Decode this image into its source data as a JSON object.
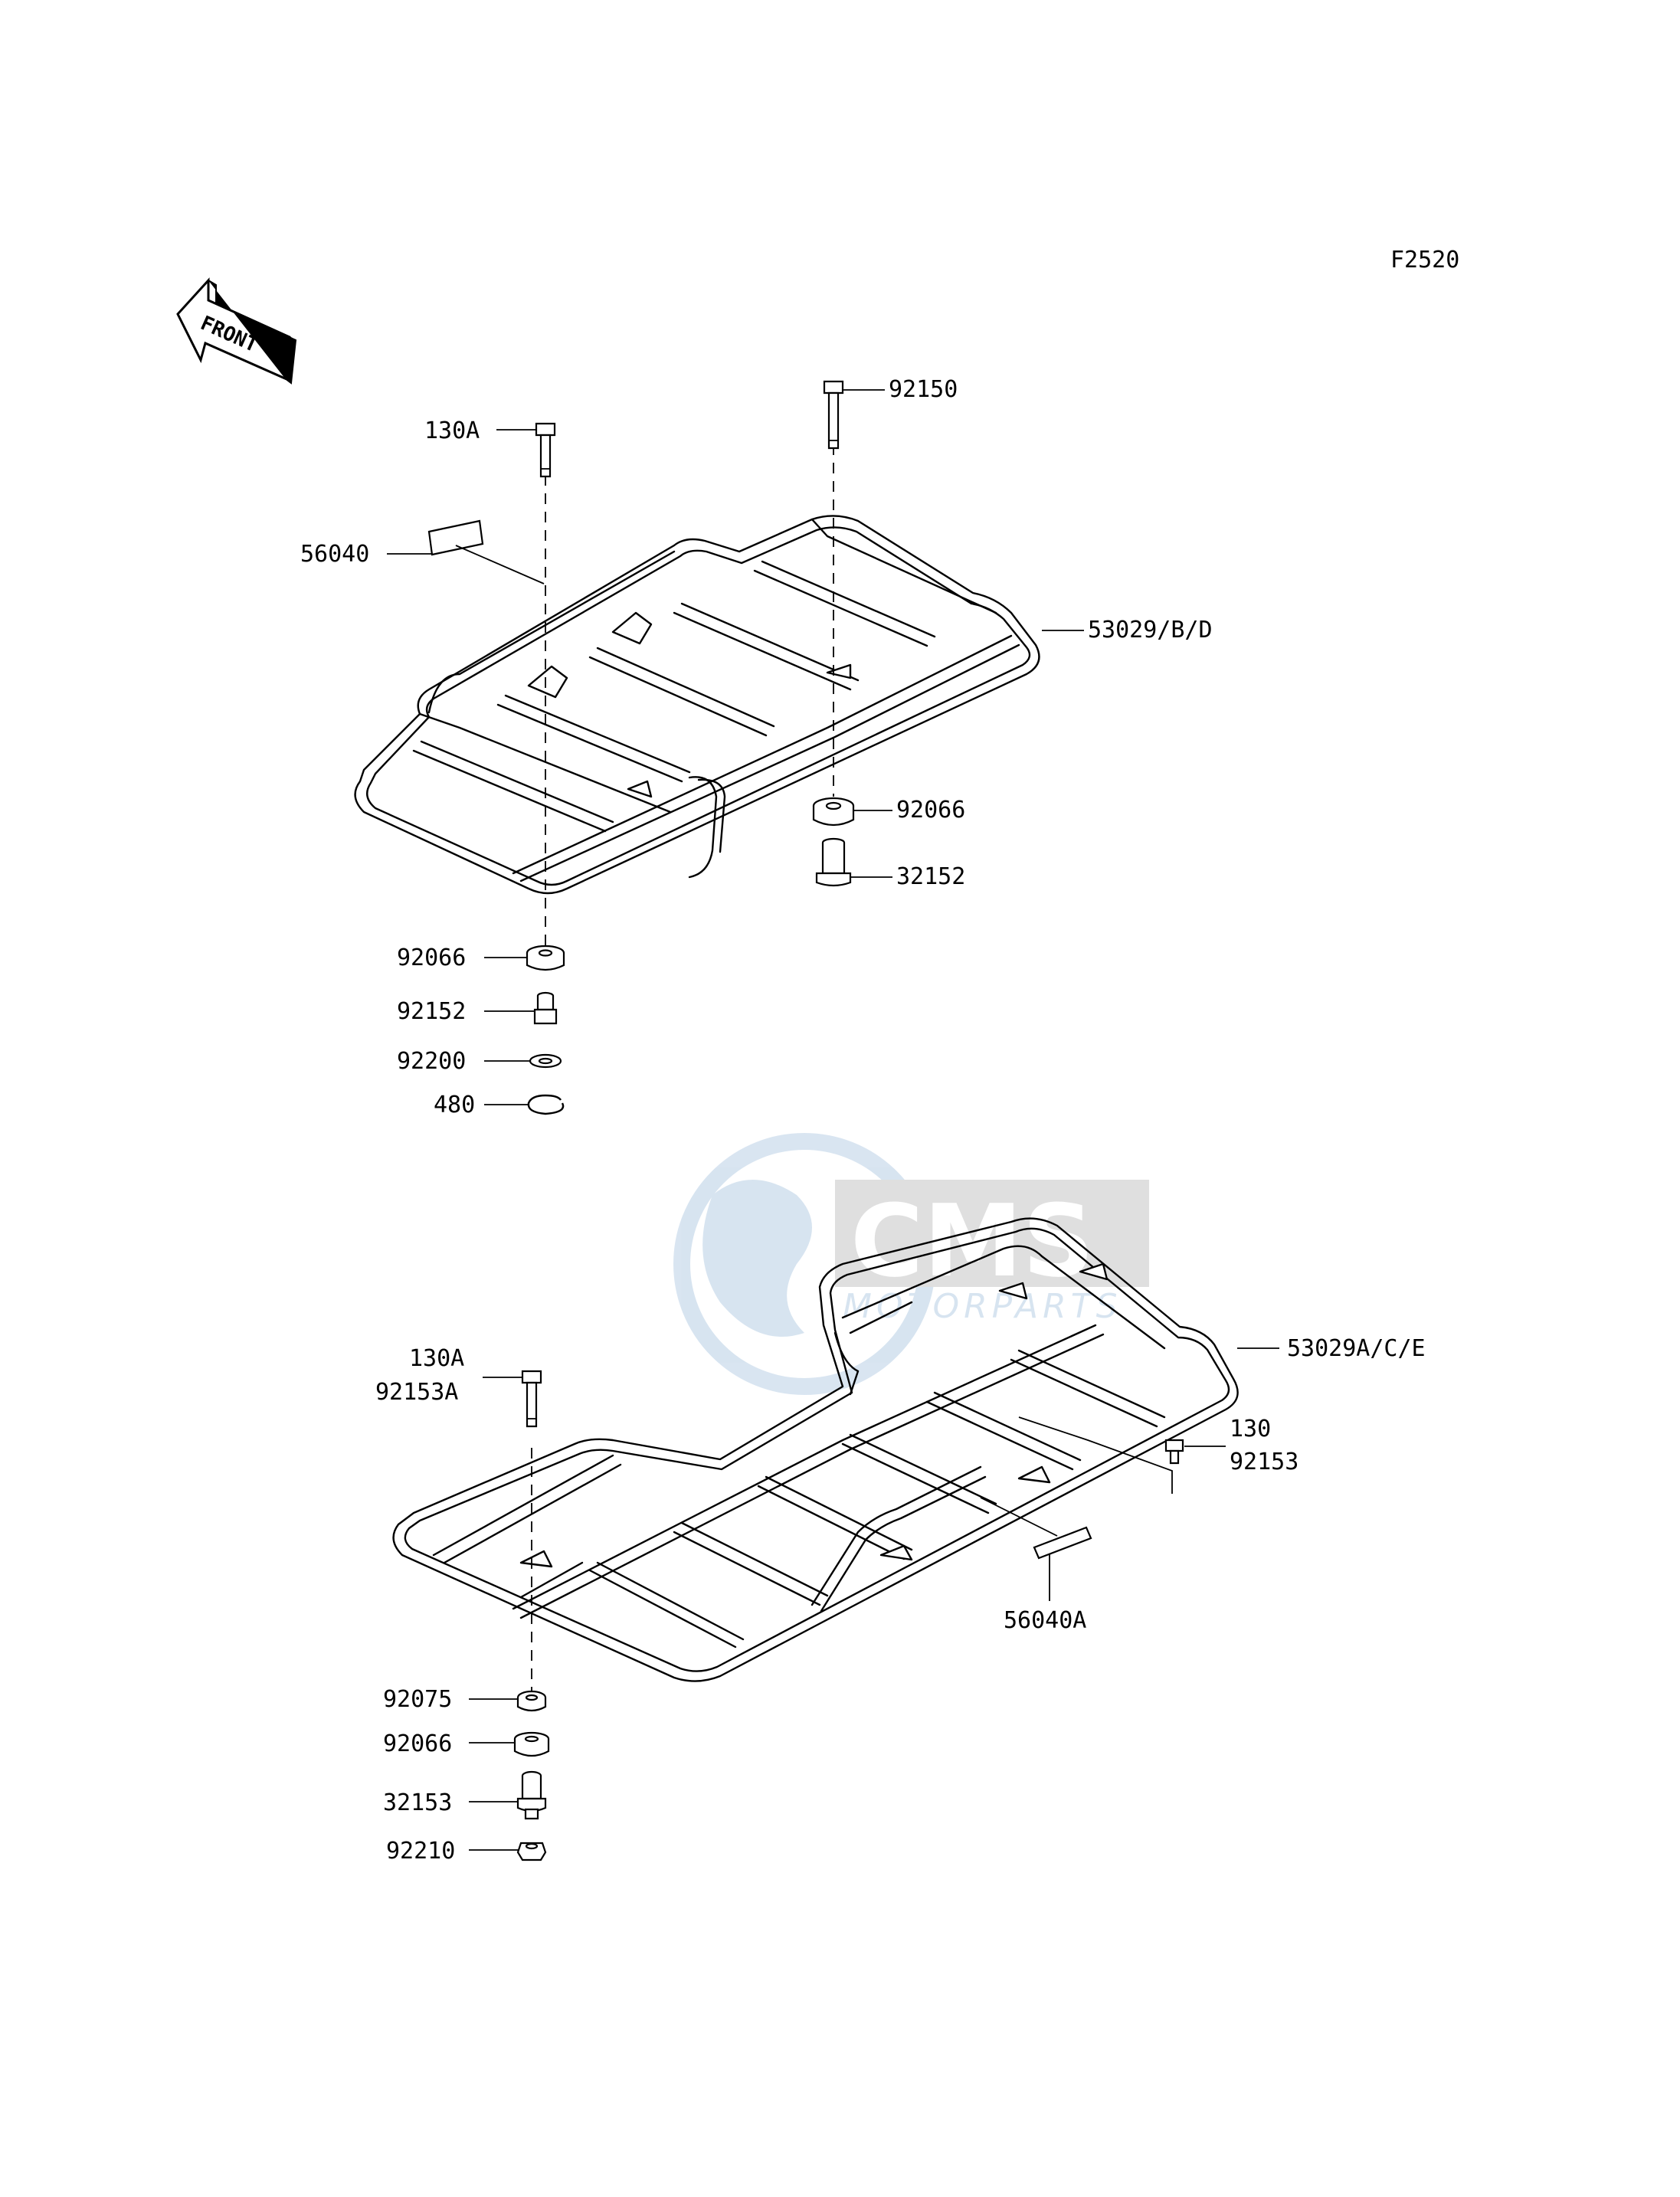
{
  "figure_code": "F2520",
  "front_arrow_label": "FRONT",
  "watermark": {
    "brand": "CMS",
    "tagline": "MOTORPARTS"
  },
  "upper_assembly": {
    "labels": {
      "bolt_top_left": "130A",
      "bolt_top_right": "92150",
      "label_plate": "56040",
      "carrier": "53029/B/D",
      "grommet_right": "92066",
      "collar_right": "32152",
      "grommet_left": "92066",
      "collar_left": "92152",
      "washer": "92200",
      "clip": "480"
    }
  },
  "lower_assembly": {
    "labels": {
      "carrier": "53029A/C/E",
      "bolt_left_a": "130A",
      "bolt_left_b": "92153A",
      "bolt_right_a": "130",
      "bolt_right_b": "92153",
      "label_plate": "56040A",
      "grommet_1": "92075",
      "grommet_2": "92066",
      "collar": "32153",
      "nut": "92210"
    }
  }
}
